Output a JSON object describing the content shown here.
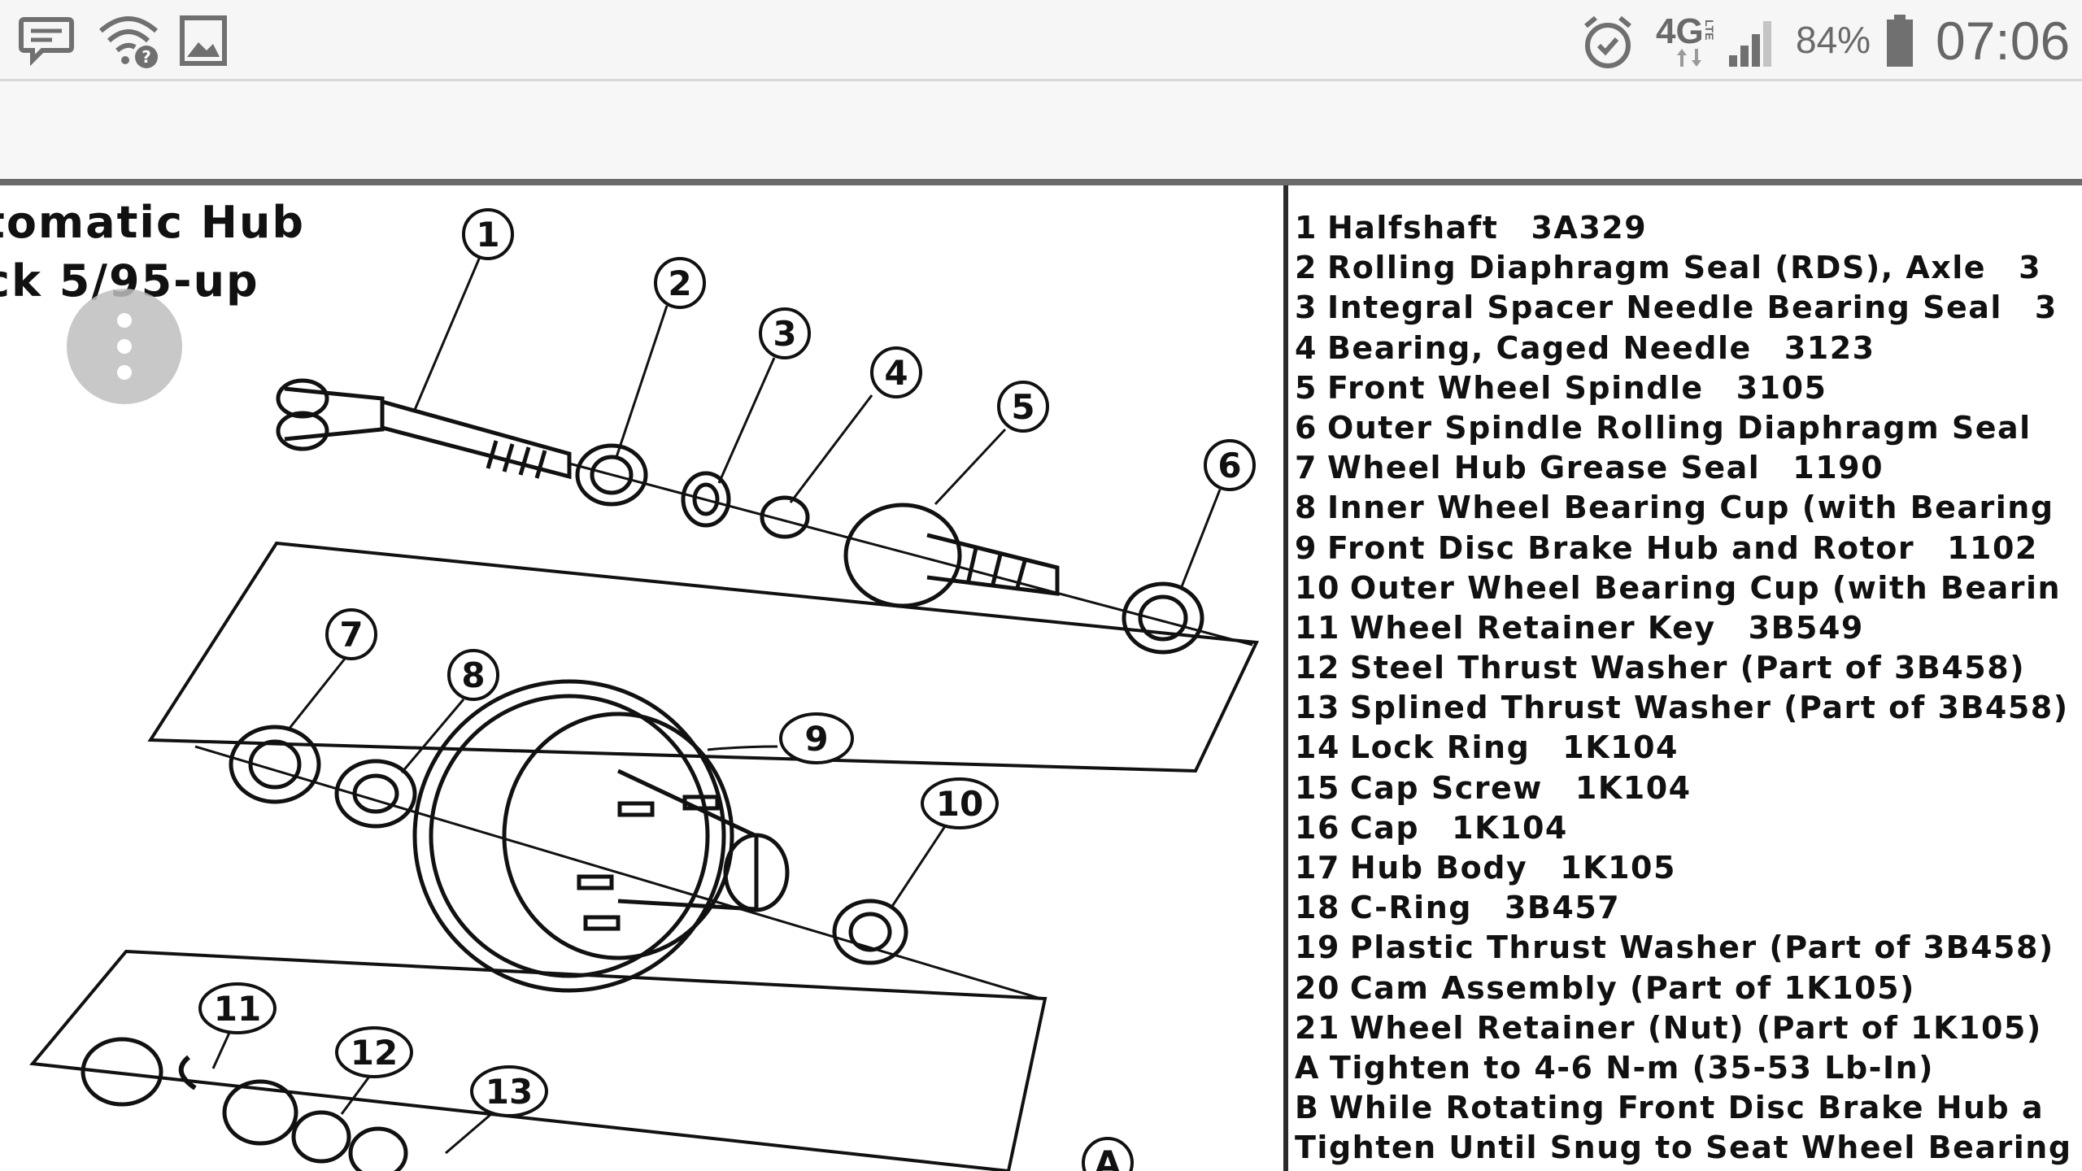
{
  "status_bar": {
    "left_icons": [
      "message-icon",
      "wifi-question-icon",
      "image-icon"
    ],
    "alarm_icon": "alarm-clock-icon",
    "network_type": "4G",
    "network_type_suffix": "LTE",
    "battery_percent": "84%",
    "battery_level": 0.84,
    "time": "07:06"
  },
  "diagram": {
    "title_lines": [
      "tomatic Hub",
      "ck 5/95-up"
    ],
    "callouts": [
      "1",
      "2",
      "3",
      "4",
      "5",
      "6",
      "7",
      "8",
      "9",
      "10",
      "11",
      "12",
      "13",
      "A"
    ]
  },
  "legend": {
    "rows": [
      {
        "num": "1",
        "text": "Halfshaft",
        "code": "3A329"
      },
      {
        "num": "2",
        "text": "Rolling Diaphragm Seal (RDS), Axle",
        "code": "3"
      },
      {
        "num": "3",
        "text": "Integral Spacer Needle Bearing Seal",
        "code": "3"
      },
      {
        "num": "4",
        "text": "Bearing, Caged Needle",
        "code": "3123"
      },
      {
        "num": "5",
        "text": "Front Wheel Spindle",
        "code": "3105"
      },
      {
        "num": "6",
        "text": "Outer Spindle Rolling Diaphragm Seal",
        "code": ""
      },
      {
        "num": "7",
        "text": "Wheel Hub Grease Seal",
        "code": "1190"
      },
      {
        "num": "8",
        "text": "Inner Wheel Bearing Cup (with Bearing",
        "code": ""
      },
      {
        "num": "9",
        "text": "Front Disc Brake Hub and Rotor",
        "code": "1102"
      },
      {
        "num": "10",
        "text": "Outer Wheel Bearing Cup (with Bearin",
        "code": ""
      },
      {
        "num": "11",
        "text": "Wheel Retainer Key",
        "code": "3B549"
      },
      {
        "num": "12",
        "text": "Steel Thrust Washer (Part of 3B458)",
        "code": ""
      },
      {
        "num": "13",
        "text": "Splined Thrust Washer (Part of 3B458)",
        "code": ""
      },
      {
        "num": "14",
        "text": "Lock Ring",
        "code": "1K104"
      },
      {
        "num": "15",
        "text": "Cap Screw",
        "code": "1K104"
      },
      {
        "num": "16",
        "text": "Cap",
        "code": "1K104"
      },
      {
        "num": "17",
        "text": "Hub Body",
        "code": "1K105"
      },
      {
        "num": "18",
        "text": "C-Ring",
        "code": "3B457"
      },
      {
        "num": "19",
        "text": "Plastic Thrust Washer (Part of 3B458)",
        "code": ""
      },
      {
        "num": "20",
        "text": "Cam Assembly (Part of 1K105)",
        "code": ""
      },
      {
        "num": "21",
        "text": "Wheel Retainer (Nut) (Part of 1K105)",
        "code": ""
      },
      {
        "num": "A",
        "text": "Tighten to 4-6 N-m (35-53 Lb-In)",
        "code": ""
      },
      {
        "num": "B",
        "text": "While Rotating Front Disc Brake Hub a",
        "code": ""
      },
      {
        "num": "",
        "text": "Tighten Until Snug to Seat Wheel Bearing",
        "code": ""
      }
    ]
  },
  "overlay": {
    "menu_icon": "more-vertical-icon"
  }
}
